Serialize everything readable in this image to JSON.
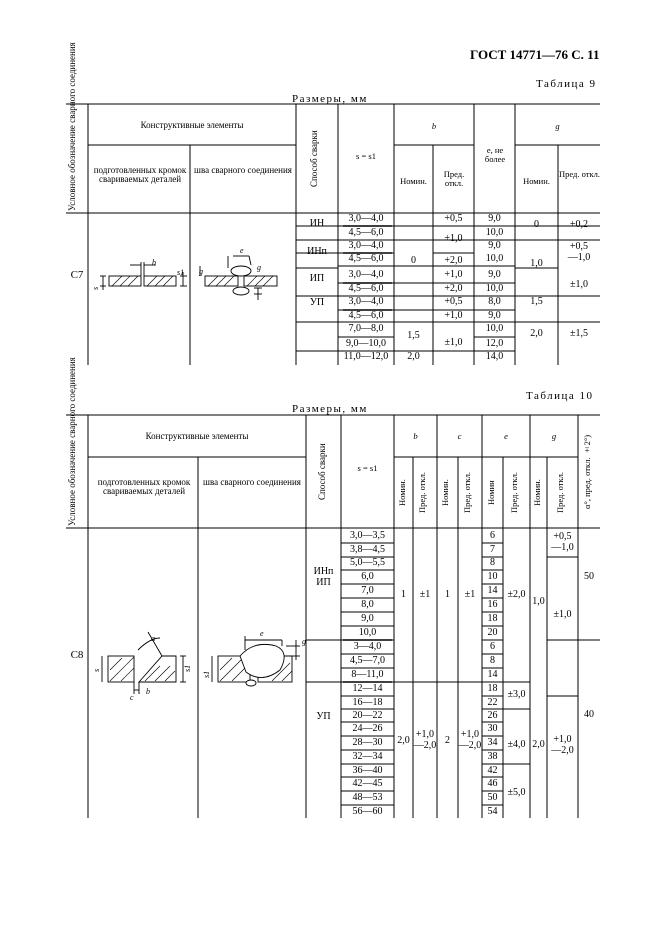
{
  "header": {
    "doc": "ГОСТ 14771—76 С. 11"
  },
  "table9": {
    "caption": "Таблица 9",
    "dims": "Размеры, мм",
    "col_designation": "Условное обозначение сварного соединения",
    "col_elements": "Конструктивные элементы",
    "col_prepared": "подготовленных кромок свариваемых деталей",
    "col_weld": "шва сварного соединения",
    "col_method": "Способ сварки",
    "col_s": "s = s1",
    "col_b": "b",
    "col_e": "e, не более",
    "col_g": "g",
    "nom": "Номин.",
    "dev": "Пред. откл.",
    "designation": "С7",
    "methods": [
      "ИН",
      "ИНп",
      "ИП",
      "УП"
    ],
    "s": [
      "3,0—4,0",
      "4,5—6,0",
      "3,0—4,0",
      "4,5—6,0",
      "3,0—4,0",
      "4,5—6,0",
      "3,0—4,0",
      "4,5—6,0",
      "7,0—8,0",
      "9,0—10,0",
      "11,0—12,0"
    ],
    "b_nom": [
      "0",
      "1,5",
      "2,0"
    ],
    "b_dev": [
      "+0,5",
      "+1,0",
      "+2,0",
      "+1,0",
      "+2,0",
      "+0,5",
      "+1,0",
      "±1,0"
    ],
    "e": [
      "9,0",
      "10,0",
      "9,0",
      "10,0",
      "9,0",
      "10,0",
      "8,0",
      "9,0",
      "10,0",
      "12,0",
      "14,0"
    ],
    "g_nom": [
      "0",
      "1,0",
      "1,5",
      "2,0"
    ],
    "g_dev": [
      "+0,2",
      "+0,5",
      "—1,0",
      "±1,0",
      "±1,5"
    ]
  },
  "table10": {
    "caption": "Таблица 10",
    "dims": "Размеры, мм",
    "col_designation": "Условное обозначение сварного соединения",
    "col_elements": "Конструктивные элементы",
    "col_prepared": "подготовленных кромок свариваемых деталей",
    "col_weld": "шва сварного соединения",
    "col_method": "Способ сварки",
    "col_s": "s = s1",
    "col_b": "b",
    "col_c": "c",
    "col_e": "e",
    "col_g": "g",
    "col_alpha": "α°, пред. откл. ±2°)",
    "nom": "Номин.",
    "nom2": "Номин",
    "dev": "Пред. откл.",
    "designation": "С8",
    "methods": [
      "ИНп",
      "ИП",
      "УП"
    ],
    "s_upper": [
      "3,0—3,5",
      "3,8—4,5",
      "5,0—5,5",
      "6,0",
      "7,0",
      "8,0",
      "9,0",
      "10,0"
    ],
    "s_middle": [
      "3—4,0",
      "4,5—7,0",
      "8—11,0"
    ],
    "s_lower": [
      "12—14",
      "16—18",
      "20—22",
      "24—26",
      "28—30",
      "32—34",
      "36—40",
      "42—45",
      "48—53",
      "56—60"
    ],
    "e_upper": [
      "6",
      "7",
      "8",
      "10",
      "14",
      "16",
      "18",
      "20"
    ],
    "e_middle": [
      "6",
      "8",
      "14"
    ],
    "e_lower": [
      "18",
      "22",
      "26",
      "30",
      "34",
      "38",
      "42",
      "46",
      "50",
      "54"
    ],
    "b_upper": [
      "1",
      "±1"
    ],
    "c_upper": [
      "1",
      "±1"
    ],
    "b_lower": [
      "2,0",
      "+1,0",
      "—2,0"
    ],
    "c_lower": [
      "2",
      "+1,0",
      "—2,0"
    ],
    "e_dev": [
      "±2,0",
      "±3,0",
      "±4,0",
      "±5,0"
    ],
    "g_nom": [
      "1,0",
      "2,0"
    ],
    "g_dev": [
      "+0,5",
      "—1,0",
      "±1,0",
      "+1,0",
      "—2,0"
    ],
    "alpha": [
      "50",
      "40"
    ]
  }
}
